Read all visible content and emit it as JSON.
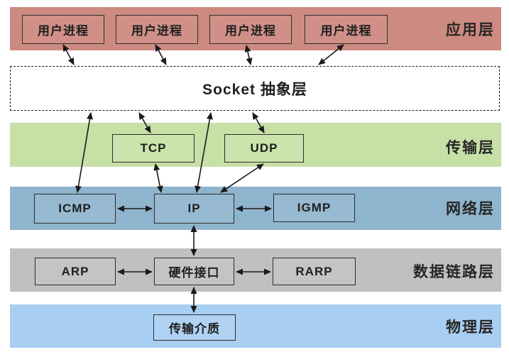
{
  "diagram": {
    "type": "protocol-stack",
    "application": {
      "label": "应用层",
      "boxes": [
        "用户进程",
        "用户进程",
        "用户进程",
        "用户进程"
      ]
    },
    "socket": {
      "label": "Socket 抽象层"
    },
    "transport": {
      "label": "传输层",
      "boxes": [
        "TCP",
        "UDP"
      ]
    },
    "network": {
      "label": "网络层",
      "boxes": [
        "ICMP",
        "IP",
        "IGMP"
      ]
    },
    "datalink": {
      "label": "数据链路层",
      "boxes": [
        "ARP",
        "硬件接口",
        "RARP"
      ]
    },
    "physical": {
      "label": "物理层",
      "boxes": [
        "传输介质"
      ]
    },
    "colors": {
      "application_band": "#cd8a81",
      "transport_band": "#c6e0a6",
      "network_band": "#8fb4ce",
      "datalink_band": "#c0c0c0",
      "physical_band": "#a8cef2",
      "arrow": "#1a1a1a",
      "text": "#1f1f1f"
    },
    "edges": [
      {
        "from": "user-process-1",
        "to": "socket",
        "bidirectional": true
      },
      {
        "from": "user-process-2",
        "to": "socket",
        "bidirectional": true
      },
      {
        "from": "user-process-3",
        "to": "socket",
        "bidirectional": true
      },
      {
        "from": "user-process-4",
        "to": "socket",
        "bidirectional": true
      },
      {
        "from": "socket",
        "to": "tcp",
        "bidirectional": true
      },
      {
        "from": "socket",
        "to": "udp",
        "bidirectional": true
      },
      {
        "from": "socket",
        "to": "ip",
        "bidirectional": true
      },
      {
        "from": "socket",
        "to": "icmp",
        "bidirectional": true
      },
      {
        "from": "tcp",
        "to": "ip",
        "bidirectional": true
      },
      {
        "from": "udp",
        "to": "ip",
        "bidirectional": true
      },
      {
        "from": "icmp",
        "to": "ip",
        "bidirectional": true
      },
      {
        "from": "ip",
        "to": "igmp",
        "bidirectional": true
      },
      {
        "from": "ip",
        "to": "hardware-interface",
        "bidirectional": true
      },
      {
        "from": "arp",
        "to": "hardware-interface",
        "bidirectional": true
      },
      {
        "from": "hardware-interface",
        "to": "rarp",
        "bidirectional": true
      },
      {
        "from": "hardware-interface",
        "to": "transmission-medium",
        "bidirectional": true
      }
    ]
  }
}
